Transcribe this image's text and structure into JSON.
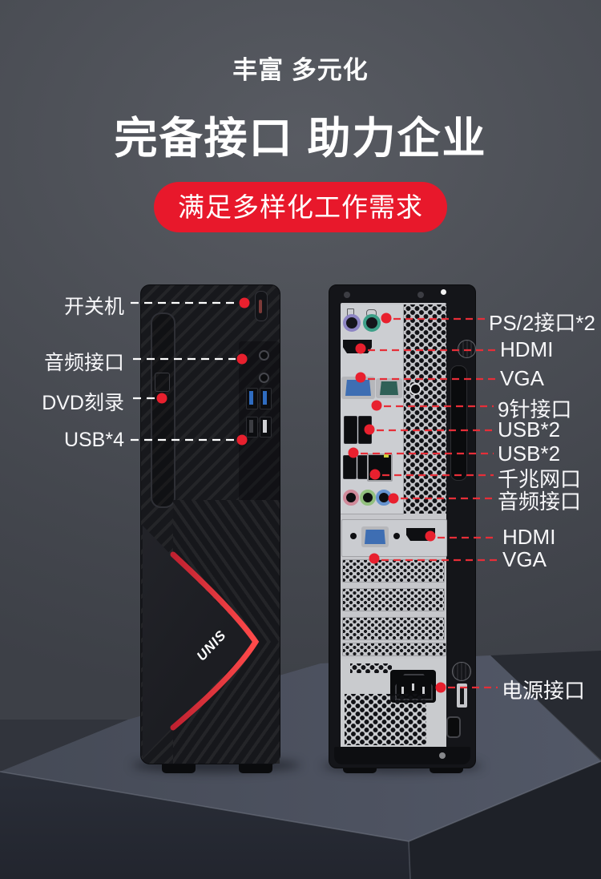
{
  "header": {
    "subtitle": "丰富 多元化",
    "title": "完备接口 助力企业",
    "badge": "满足多样化工作需求"
  },
  "front_view": {
    "brand_logo": "UNIS",
    "labels": [
      "开关机",
      "音频接口",
      "DVD刻录",
      "USB*4"
    ],
    "ports": [
      "power-button",
      "audio-jack",
      "audio-jack",
      "dvd-burner-slot",
      "usb3-port",
      "usb3-port",
      "usb2-port",
      "usb2-port"
    ]
  },
  "back_view": {
    "labels": [
      "PS/2接口*2",
      "HDMI",
      "VGA",
      "9针接口",
      "USB*2",
      "USB*2",
      "千兆网口",
      "音频接口",
      "HDMI",
      "VGA",
      "电源接口"
    ],
    "ports": [
      "ps2-keyboard-port",
      "ps2-mouse-port",
      "hdmi-port",
      "vga-port",
      "serial-9pin-port",
      "usb-port",
      "usb-port",
      "usb-port",
      "usb-port",
      "ethernet-port",
      "audio-jack-pink",
      "audio-jack-green",
      "audio-jack-blue",
      "gpu-vga-port",
      "gpu-hdmi-port",
      "power-c14-inlet",
      "kensington-lock-slot"
    ]
  },
  "colors": {
    "background_gray": "#4b4e55",
    "badge_red": "#e8182b",
    "dot_red": "#e8202e",
    "chevron_red": "#e0313c",
    "tower_black": "#17181c",
    "panel_silver": "#c7c8cc",
    "pedestal_top": "#4d5260",
    "pedestal_left_face": "#262a33",
    "pedestal_right_face": "#1e2128",
    "vga_blue": "#3e6eb3",
    "serial_teal": "#2f6057",
    "ps2_purple": "#8d85c4",
    "ps2_green": "#3da089",
    "usb3_blue": "#2f6cc0",
    "audio_pink": "#d08a9a",
    "audio_green": "#92c07e",
    "audio_blue": "#6593cf"
  }
}
